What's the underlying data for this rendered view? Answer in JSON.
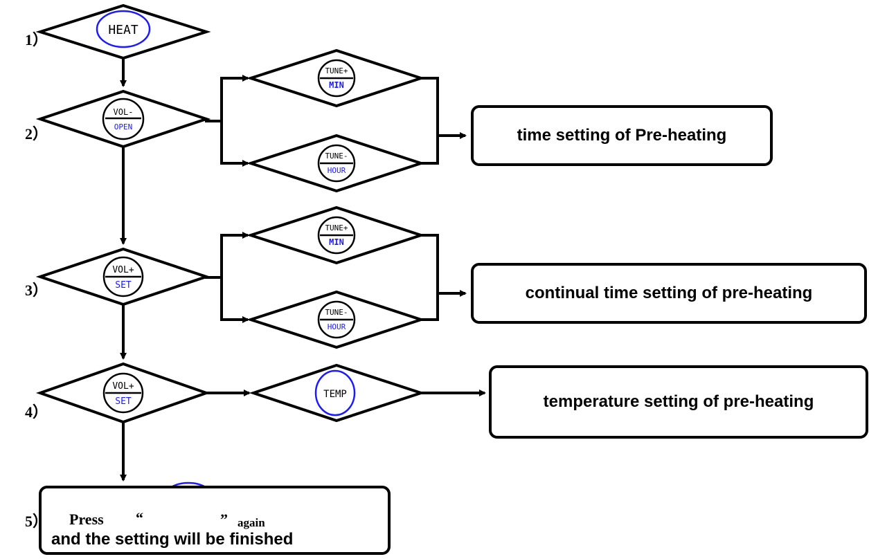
{
  "steps": {
    "s1": "1）",
    "s2": "2）",
    "s3": "3）",
    "s4": "4）",
    "s5": "5）"
  },
  "buttons": {
    "heat": "HEAT",
    "vol_minus": "VOL-",
    "open": "OPEN",
    "tune_plus": "TUNE+",
    "min": "MIN",
    "tune_minus": "TUNE-",
    "hour": "HOUR",
    "vol_plus": "VOL+",
    "set": "SET",
    "temp": "TEMP"
  },
  "results": {
    "preheat_time": "time setting of Pre-heating",
    "continual_time": "continual time setting of pre-heating",
    "temperature": "temperature setting of pre-heating"
  },
  "final": {
    "press": "Press",
    "open_quote": "“",
    "close_quote": "”",
    "again": "again",
    "finished": "and the setting will be finished"
  },
  "colors": {
    "stroke": "#000000",
    "button_ring": "#1a1aff",
    "button_sub_text": "#1a1aff"
  }
}
